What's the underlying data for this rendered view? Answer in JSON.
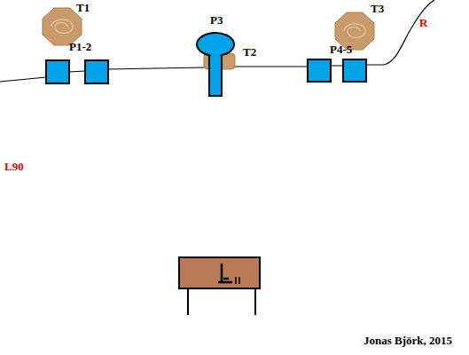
{
  "diagram": {
    "labels": [
      "T1",
      "P1-2",
      "P3",
      "T2",
      "P4-5",
      "T3",
      "R",
      "L90",
      "Jonas Björk, 2015"
    ]
  }
}
